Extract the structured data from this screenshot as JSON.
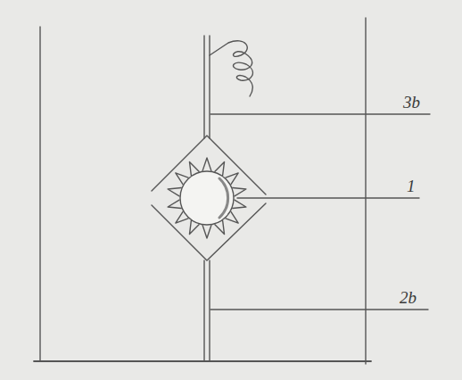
{
  "diagram": {
    "labels": [
      "3b",
      "1",
      "2b"
    ]
  }
}
